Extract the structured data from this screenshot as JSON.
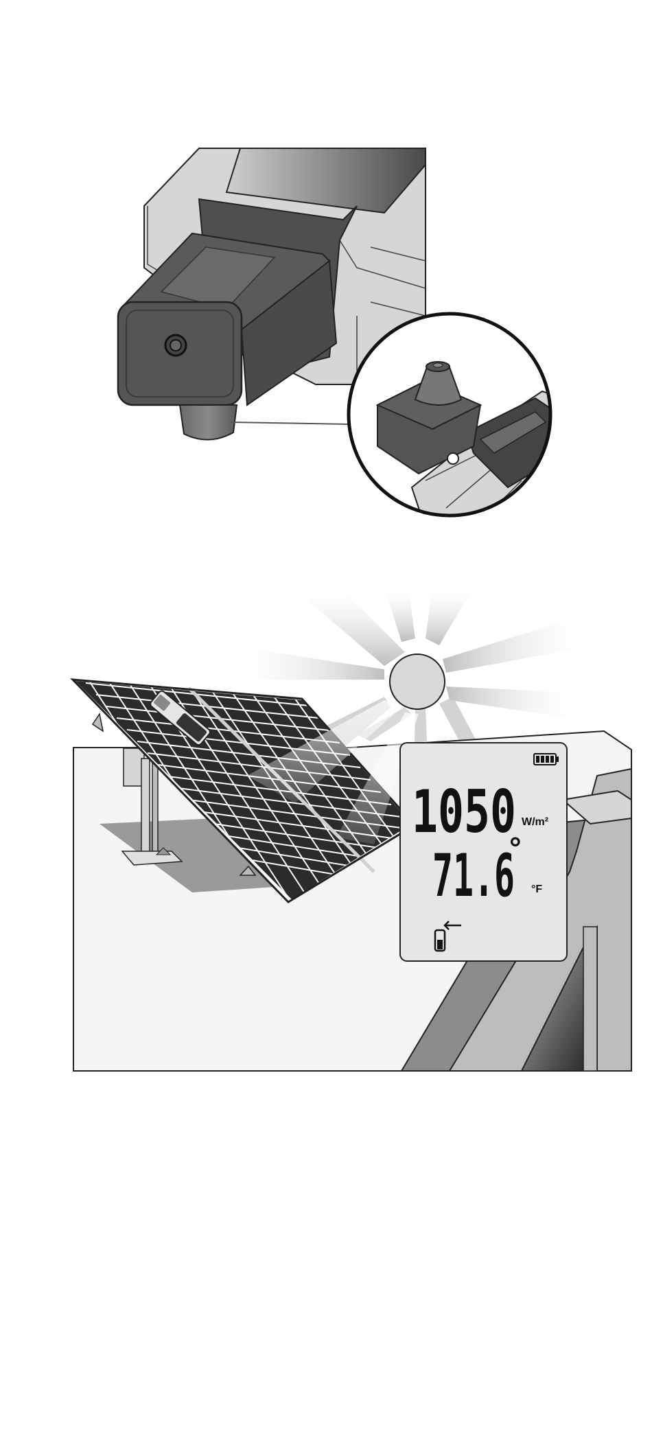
{
  "meter_display": {
    "irradiance_value": "1050",
    "irradiance_unit": "W/m²",
    "temperature_value": "71.6",
    "degree_symbol": "°",
    "temperature_unit": "°F"
  },
  "colors": {
    "device_dark": "#5a5a5a",
    "device_light": "#d6d6d6",
    "panel_cell": "#2b2b2b",
    "lcd_background": "#e6e6e6",
    "roof": "#f4f5f4",
    "wall_gray": "#8c8c8c"
  },
  "icons": {
    "battery": "battery-full-icon",
    "probe": "temperature-probe-arrow-icon"
  }
}
